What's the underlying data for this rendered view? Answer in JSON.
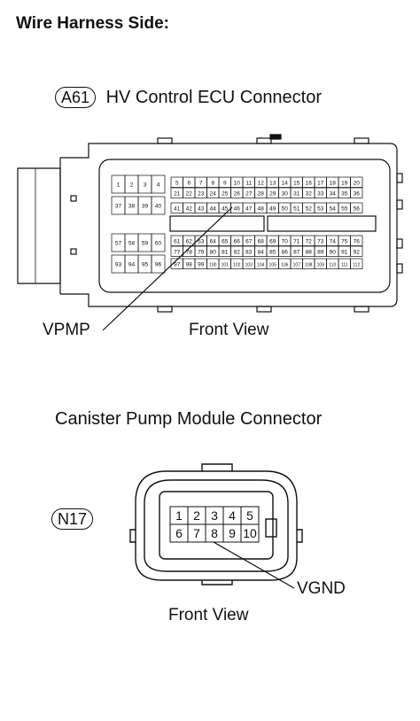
{
  "heading": "Wire Harness Side:",
  "connector1": {
    "code": "A61",
    "title": "HV Control ECU Connector",
    "view_label": "Front View",
    "callout": "VPMP",
    "callout_pin": "45"
  },
  "connector2": {
    "code": "N17",
    "title": "Canister Pump Module Connector",
    "view_label": "Front View",
    "callout": "VGND",
    "callout_pin": "8",
    "pins_row1": [
      "1",
      "2",
      "3",
      "4",
      "5"
    ],
    "pins_row2": [
      "6",
      "7",
      "8",
      "9",
      "10"
    ]
  }
}
